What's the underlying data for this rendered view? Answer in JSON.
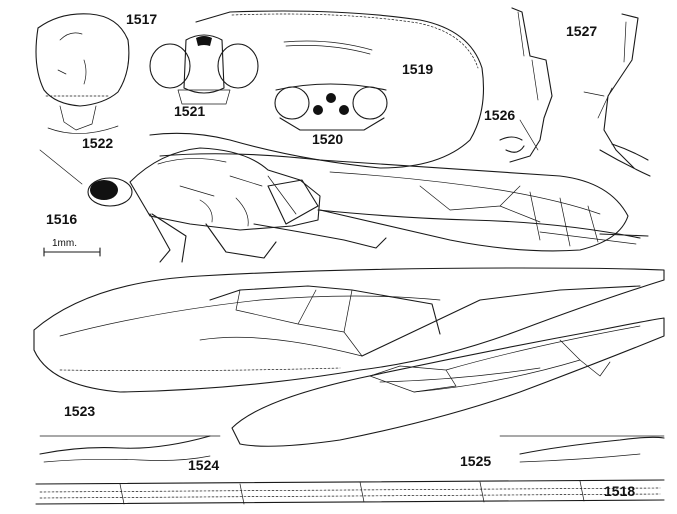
{
  "figures": {
    "f1516": "1516",
    "f1517": "1517",
    "f1518": "1518",
    "f1519": "1519",
    "f1520": "1520",
    "f1521": "1521",
    "f1522": "1522",
    "f1523": "1523",
    "f1524": "1524",
    "f1525": "1525",
    "f1526": "1526",
    "f1527": "1527"
  },
  "scale_bar": {
    "label": "1mm."
  }
}
